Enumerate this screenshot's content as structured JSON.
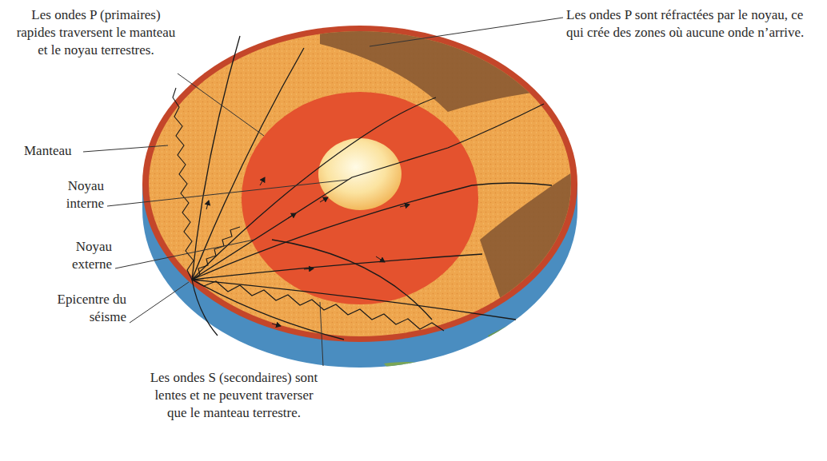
{
  "diagram": {
    "labels": [
      "Les ondes P (primaires) rapides traversent le manteau et le noyau terrestres.",
      "Les ondes P sont réfractées par le noyau, ce qui crée des zones où aucune onde n’arrive.",
      "Manteau",
      "Noyau interne",
      "Noyau externe",
      "Epicentre du séisme",
      "Les ondes S (secondaires) sont lentes et ne peuvent traverser que le manteau terrestre."
    ]
  }
}
